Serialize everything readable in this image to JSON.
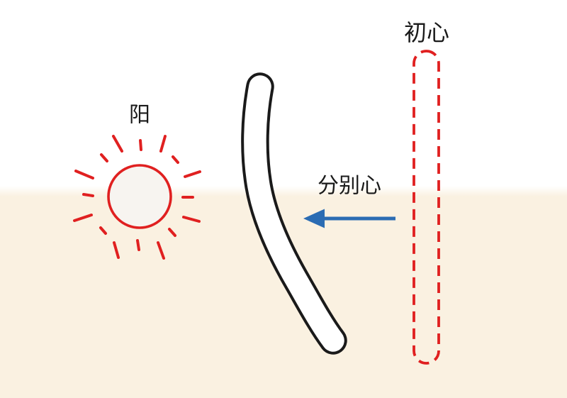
{
  "diagram": {
    "labels": {
      "sun": "阳",
      "initial_mind": "初心",
      "discriminating_mind": "分别心"
    },
    "icons": {
      "sun": "sun-icon",
      "arrow": "left-arrow-icon",
      "initial_mind_outline": "dashed-pill-outline",
      "stick": "curved-stick-shape"
    }
  },
  "colors": {
    "red": "#e02020",
    "blue": "#2b6cb3",
    "ink": "#1a1a1a",
    "sky": "#ffffff",
    "ground": "#faf1e1",
    "sun_fill": "#f7f4f0",
    "stick_fill": "#ffffff"
  }
}
